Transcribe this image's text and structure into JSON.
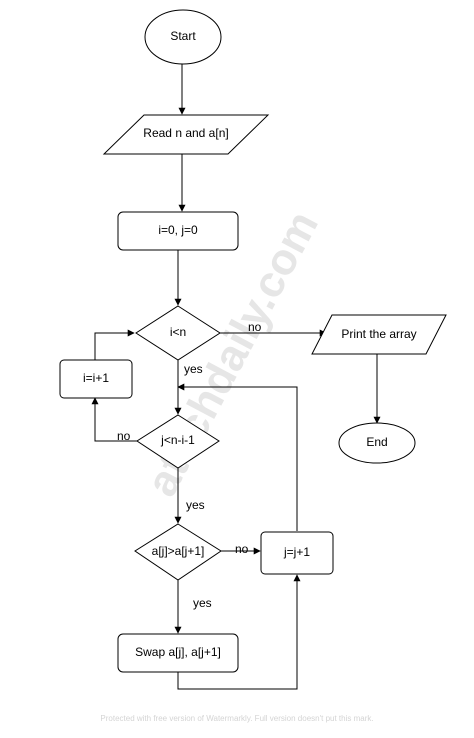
{
  "watermark": "atechdaily.com",
  "footer": "Protected with free version of Watermarkly. Full version doesn't put this mark.",
  "nodes": {
    "start": "Start",
    "read": "Read n and a[n]",
    "init": "i=0, j=0",
    "cond_outer": "i<n",
    "print": "Print the array",
    "end": "End",
    "inc_i": "i=i+1",
    "cond_inner": "j<n-i-1",
    "cond_compare": "a[j]>a[j+1]",
    "inc_j": "j=j+1",
    "swap": "Swap a[j], a[j+1]"
  },
  "edge_labels": {
    "outer_no": "no",
    "outer_yes": "yes",
    "inner_no": "no",
    "inner_yes": "yes",
    "compare_no": "no",
    "compare_yes": "yes"
  }
}
